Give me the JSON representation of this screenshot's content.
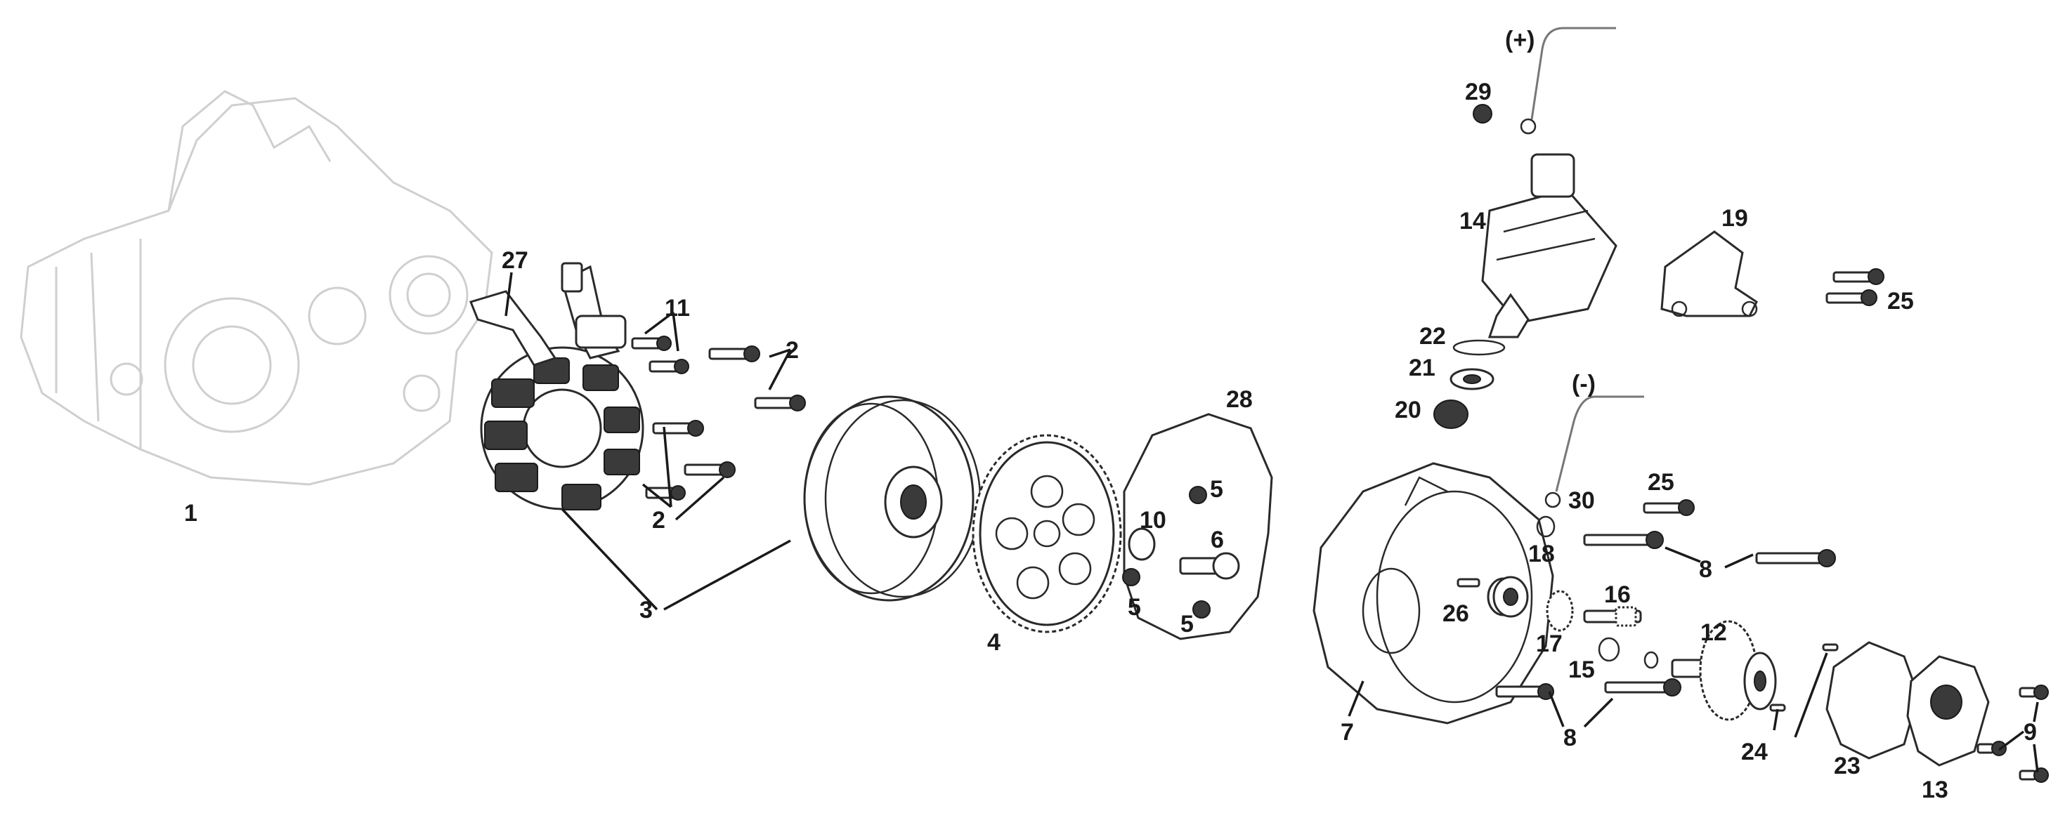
{
  "diagram": {
    "labels": {
      "p1": "1",
      "p2a": "2",
      "p2b": "2",
      "p3": "3",
      "p4": "4",
      "p5a": "5",
      "p5b": "5",
      "p5c": "5",
      "p6": "6",
      "p7": "7",
      "p8a": "8",
      "p8b": "8",
      "p9": "9",
      "p10": "10",
      "p11": "11",
      "p12": "12",
      "p13": "13",
      "p14": "14",
      "p15": "15",
      "p16": "16",
      "p17": "17",
      "p18": "18",
      "p19": "19",
      "p20": "20",
      "p21": "21",
      "p22": "22",
      "p23": "23",
      "p24": "24",
      "p25a": "25",
      "p25b": "25",
      "p26": "26",
      "p27": "27",
      "p28": "28",
      "p29": "29",
      "p30": "30",
      "pos": "(+)",
      "neg": "(-)"
    }
  }
}
